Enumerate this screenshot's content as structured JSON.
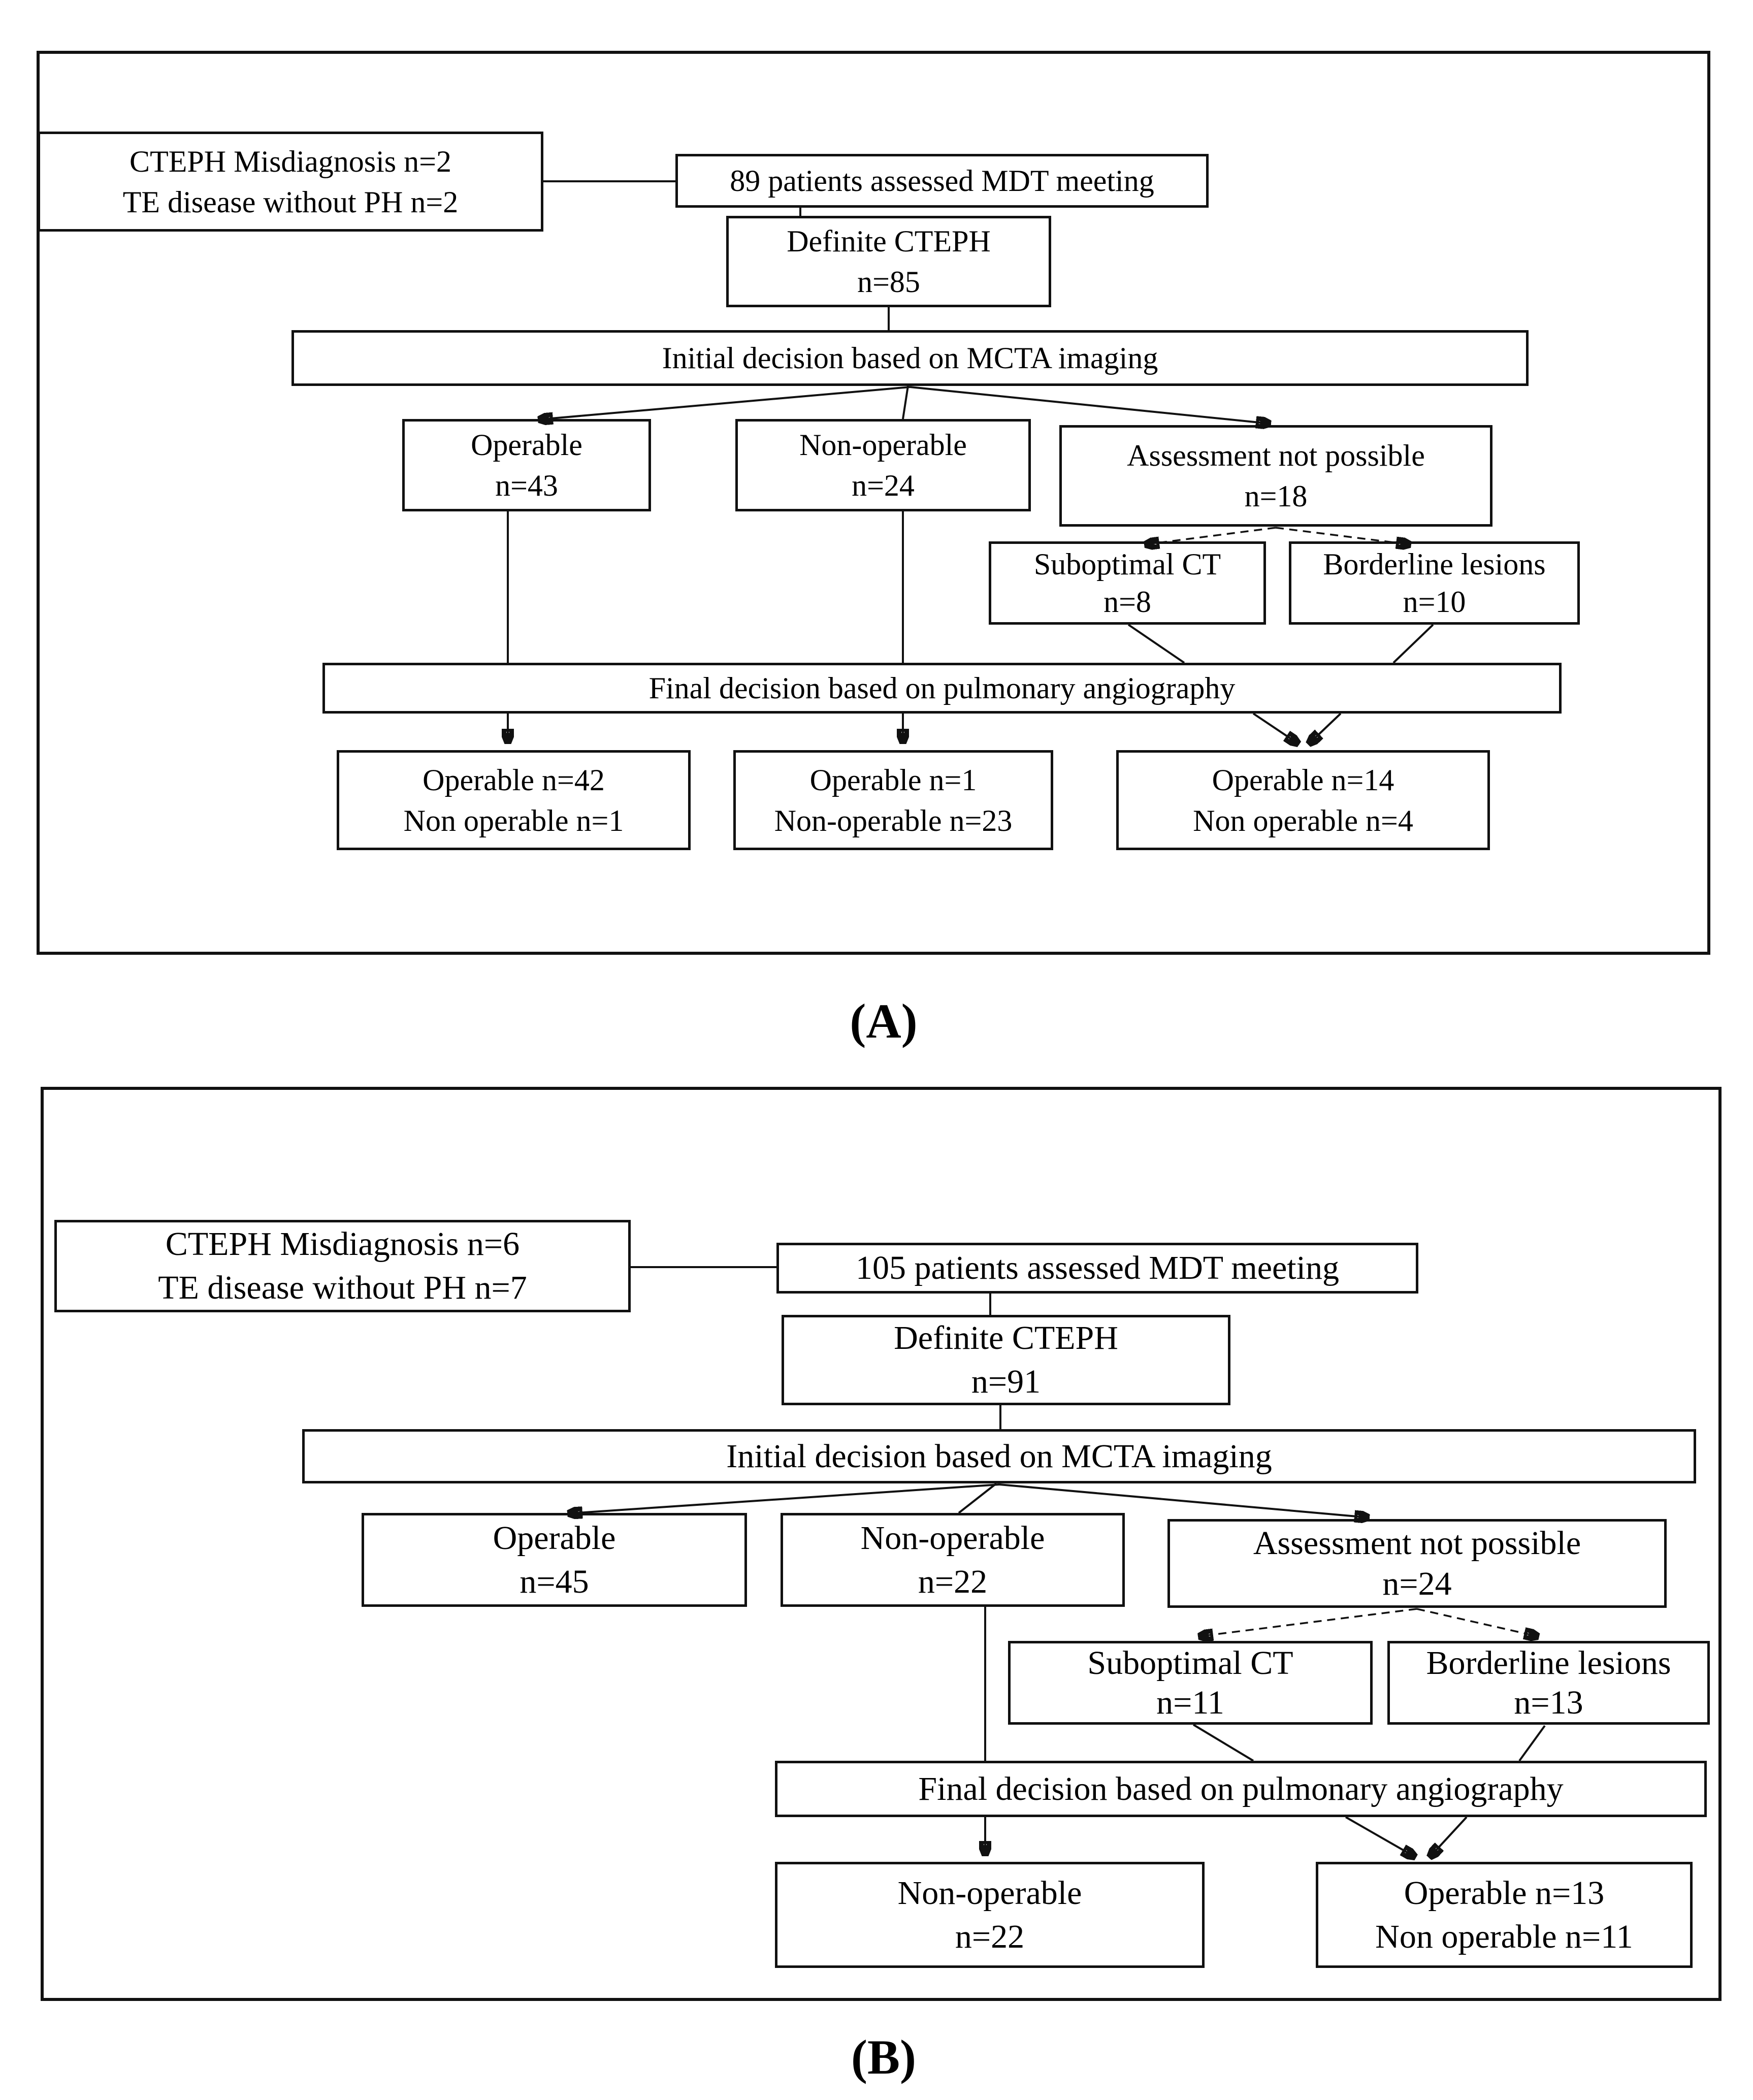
{
  "colors": {
    "line": "#111111",
    "box_border": "#111111",
    "background": "#ffffff"
  },
  "panel_a": {
    "caption": "(A)",
    "boxes": {
      "misdiagnosis": {
        "line1": "CTEPH Misdiagnosis n=2",
        "line2": "TE disease without PH n=2"
      },
      "assessed": {
        "line1": "89 patients assessed MDT meeting"
      },
      "definite_cteph": {
        "line1": "Definite CTEPH",
        "line2": "n=85"
      },
      "initial_decision": {
        "line1": "Initial decision based on MCTA imaging"
      },
      "operable": {
        "line1": "Operable",
        "line2": "n=43"
      },
      "non_operable": {
        "line1": "Non-operable",
        "line2": "n=24"
      },
      "assessment_not_possible": {
        "line1": "Assessment not possible",
        "line2": "n=18"
      },
      "suboptimal_ct": {
        "line1": "Suboptimal CT",
        "line2": "n=8"
      },
      "borderline_lesions": {
        "line1": "Borderline lesions",
        "line2": "n=10"
      },
      "final_decision": {
        "line1": "Final decision based on pulmonary angiography"
      },
      "outcome_operable_branch": {
        "line1": "Operable n=42",
        "line2": "Non operable n=1"
      },
      "outcome_non_operable_branch": {
        "line1": "Operable n=1",
        "line2": "Non-operable n=23"
      },
      "outcome_assessment_branch": {
        "line1": "Operable n=14",
        "line2": "Non operable n=4"
      }
    }
  },
  "panel_b": {
    "caption": "(B)",
    "boxes": {
      "misdiagnosis": {
        "line1": "CTEPH Misdiagnosis n=6",
        "line2": "TE disease without PH n=7"
      },
      "assessed": {
        "line1": "105 patients assessed MDT meeting"
      },
      "definite_cteph": {
        "line1": "Definite CTEPH",
        "line2": "n=91"
      },
      "initial_decision": {
        "line1": "Initial decision based on MCTA imaging"
      },
      "operable": {
        "line1": "Operable",
        "line2": "n=45"
      },
      "non_operable": {
        "line1": "Non-operable",
        "line2": "n=22"
      },
      "assessment_not_possible": {
        "line1": "Assessment not possible",
        "line2": "n=24"
      },
      "suboptimal_ct": {
        "line1": "Suboptimal CT",
        "line2": "n=11"
      },
      "borderline_lesions": {
        "line1": "Borderline lesions",
        "line2": "n=13"
      },
      "final_decision": {
        "line1": "Final decision based on pulmonary angiography"
      },
      "outcome_non_operable_branch": {
        "line1": "Non-operable",
        "line2": "n=22"
      },
      "outcome_assessment_branch": {
        "line1": "Operable n=13",
        "line2": "Non operable n=11"
      }
    }
  }
}
